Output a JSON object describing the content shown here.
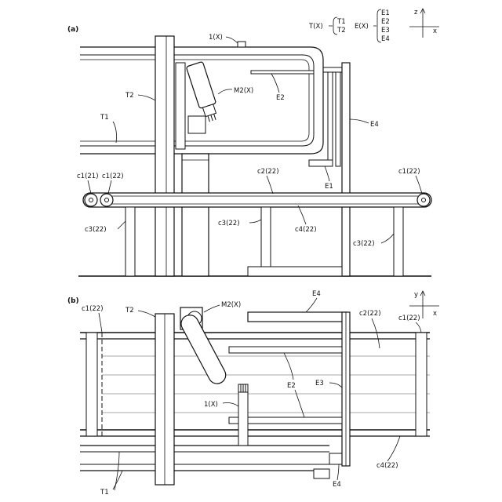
{
  "panels": {
    "a": "(a)",
    "b": "(b)"
  },
  "legend": {
    "t_group": "T(X)",
    "t_items": [
      "T1",
      "T2"
    ],
    "e_group": "E(X)",
    "e_items": [
      "E1",
      "E2",
      "E3",
      "E4"
    ]
  },
  "axes_a": {
    "vertical": "z",
    "horizontal": "x"
  },
  "axes_b": {
    "vertical": "y",
    "horizontal": "x"
  },
  "labels_a": {
    "robot": "1(X)",
    "motor": "M2(X)",
    "t2": "T2",
    "t1": "T1",
    "e2": "E2",
    "e4": "E4",
    "e1": "E1",
    "c1_21": "c1(21)",
    "c1_22_left": "c1(22)",
    "c2": "c2(22)",
    "c1_22_right": "c1(22)",
    "c3_left": "c3(22)",
    "c3_mid": "c3(22)",
    "c4": "c4(22)",
    "c3_right": "c3(22)"
  },
  "labels_b": {
    "c1_left": "c1(22)",
    "t2": "T2",
    "motor": "M2(X)",
    "e4_top": "E4",
    "c2": "c2(22)",
    "c1_right": "c1(22)",
    "e2": "E2",
    "e3": "E3",
    "robot": "1(X)",
    "c4": "c4(22)",
    "t1": "T1",
    "e4_bottom": "E4"
  }
}
